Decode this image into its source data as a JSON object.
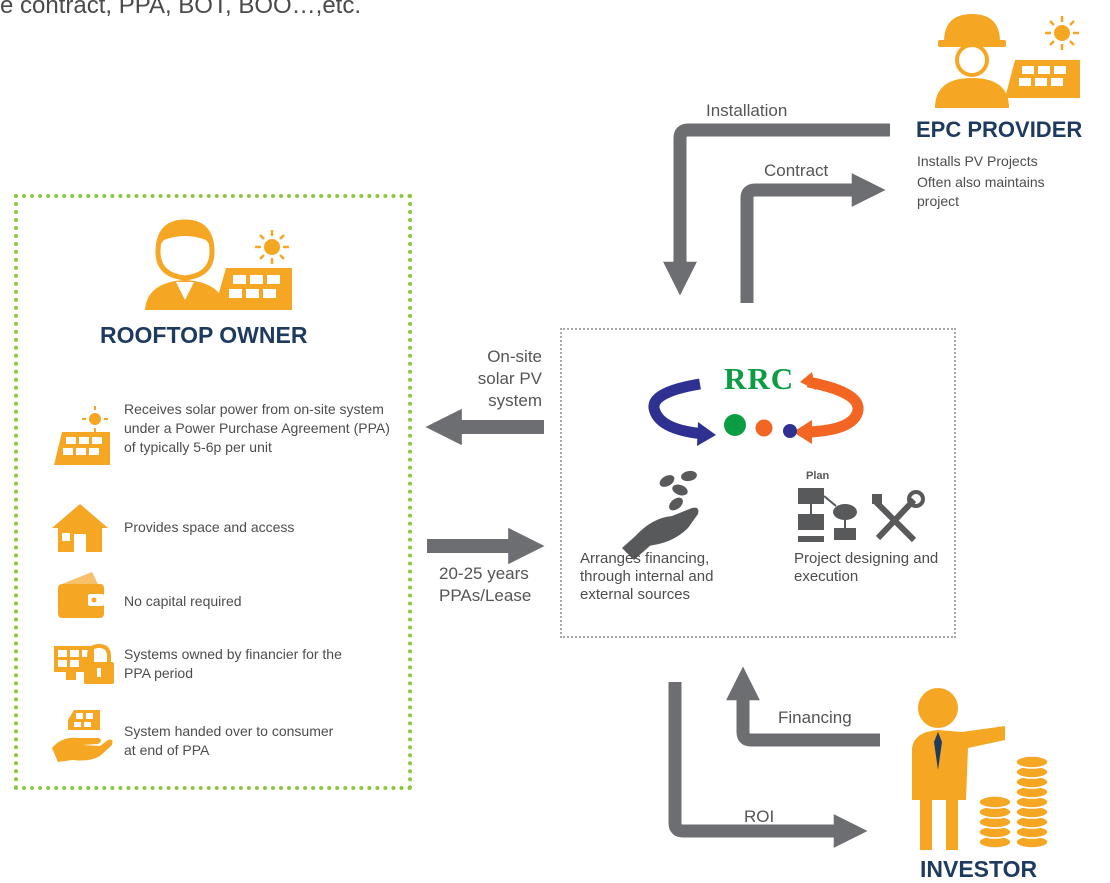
{
  "header": {
    "text": "e contract, PPA, BOT, BOO…,etc."
  },
  "rooftop_owner": {
    "title": "ROOFTOP OWNER",
    "items": [
      {
        "icon": "solar-panel-sun-icon",
        "text": "Receives solar power from on-site system under a Power Purchase Agreement (PPA) of typically 5-6p per unit"
      },
      {
        "icon": "house-icon",
        "text": "Provides space and access"
      },
      {
        "icon": "wallet-icon",
        "text": "No capital required"
      },
      {
        "icon": "panel-lock-icon",
        "text": "Systems owned by financier for the PPA period"
      },
      {
        "icon": "hand-panel-icon",
        "text": "System handed over to consumer at end of PPA"
      }
    ]
  },
  "epc_provider": {
    "title": "EPC PROVIDER",
    "lines": [
      "Installs PV Projects",
      "Often also maintains project"
    ]
  },
  "investor": {
    "title": "INVESTOR"
  },
  "rrc": {
    "logo_text": "RRC",
    "financing_text": "Arranges financing, through internal and external sources",
    "design_text": "Project designing and execution",
    "plan_label": "Plan"
  },
  "flows": {
    "installation": "Installation",
    "contract": "Contract",
    "onsite": "On-site solar PV system",
    "ppa": "20-25 years PPAs/Lease",
    "financing": "Financing",
    "roi": "ROI"
  },
  "colors": {
    "orange": "#f5a623",
    "navy": "#1f3a5f",
    "green_border": "#8dc63f",
    "arrow_gray": "#6d6e71",
    "rrc_green": "#0a9d44",
    "rrc_blue": "#2e3192",
    "rrc_orange": "#f26522"
  }
}
